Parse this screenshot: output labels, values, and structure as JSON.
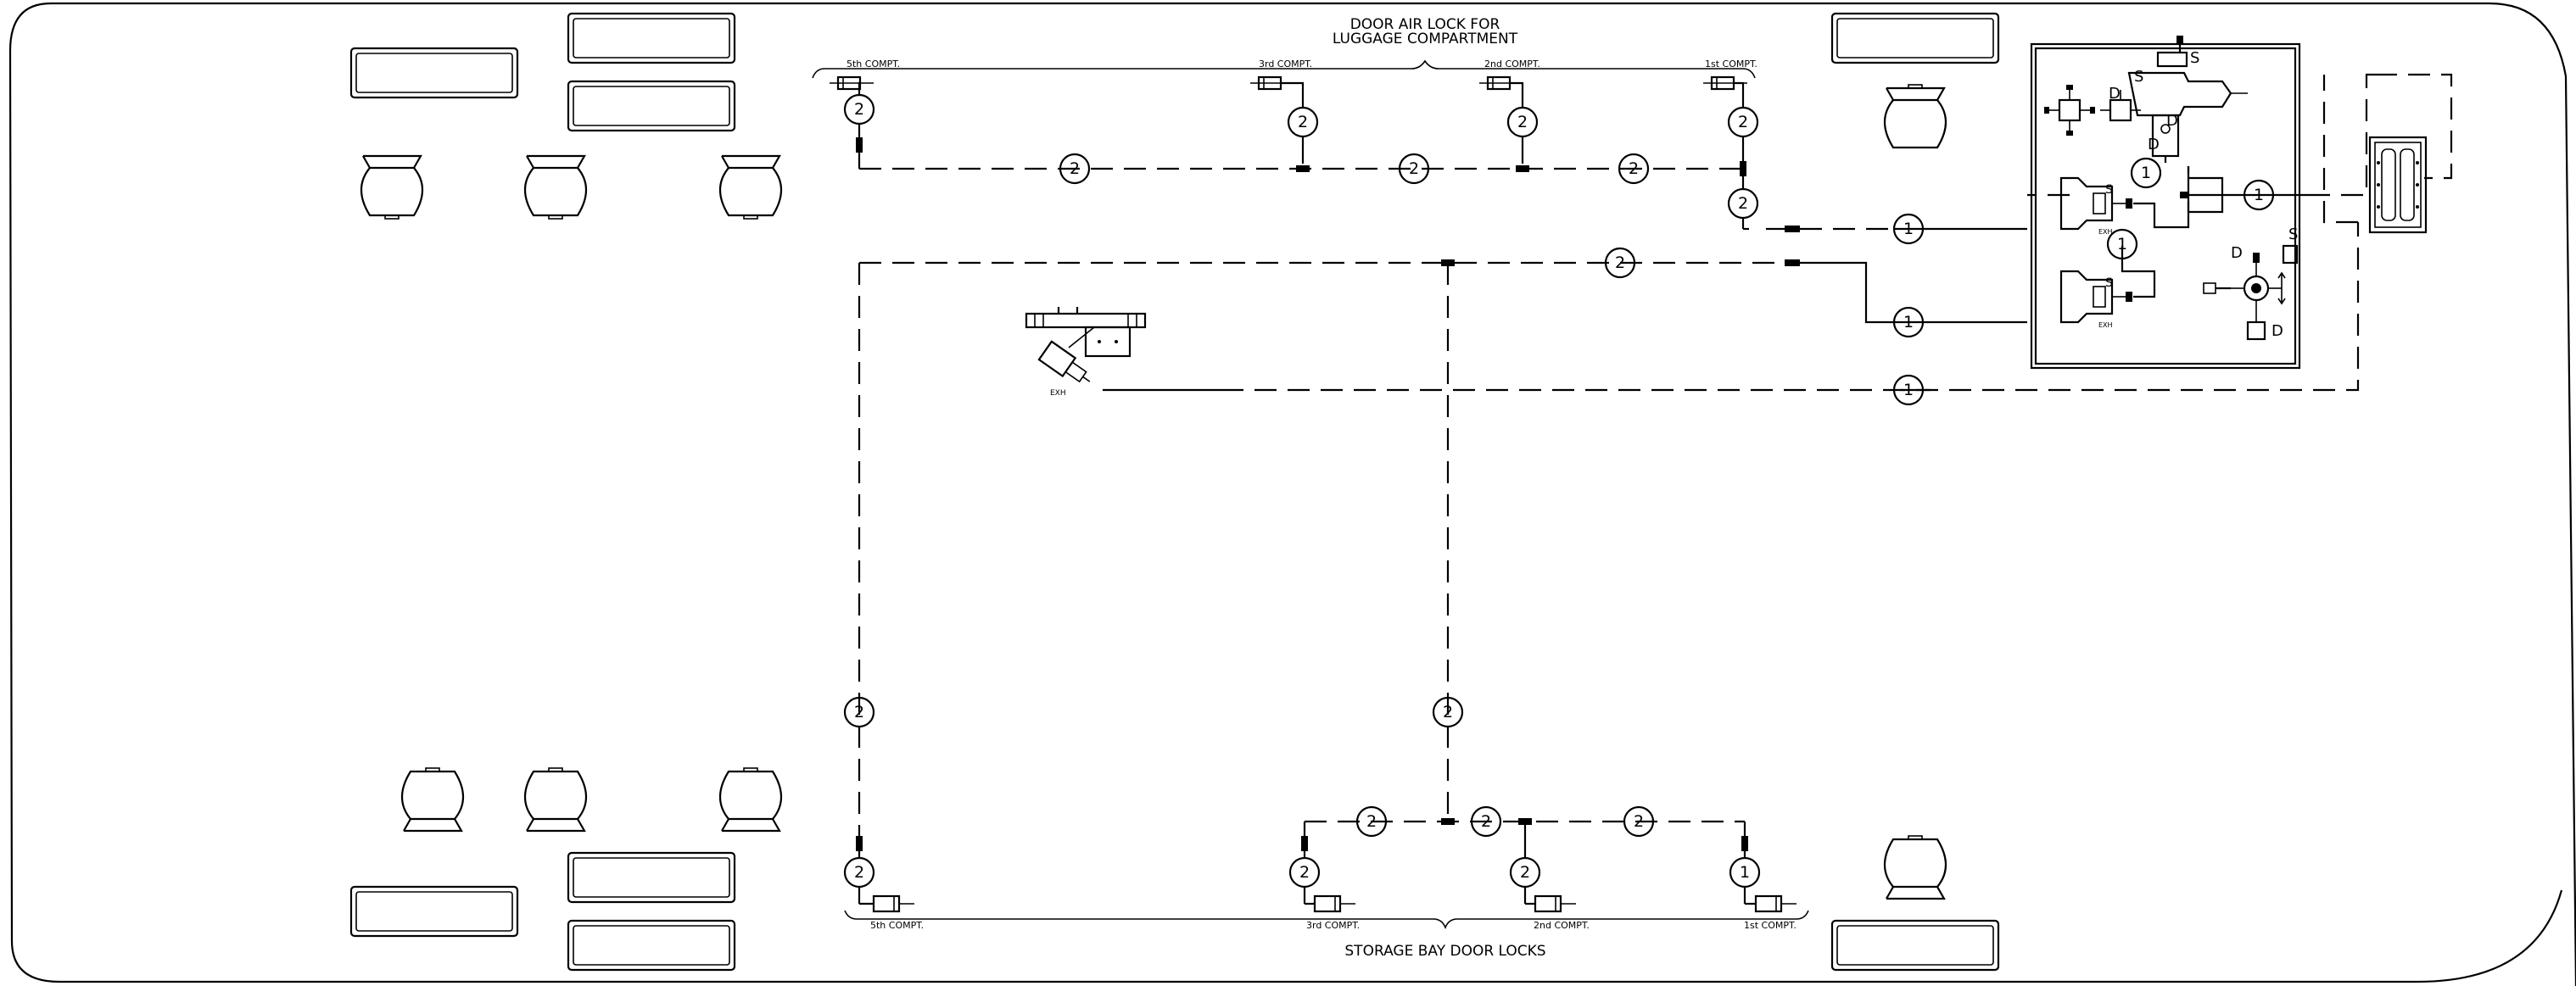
{
  "title_top": [
    "DOOR AIR LOCK FOR",
    "LUGGAGE COMPARTMENT"
  ],
  "title_bottom": "STORAGE BAY DOOR LOCKS",
  "top_comp_labels": [
    "5th COMPT.",
    "3rd COMPT.",
    "2nd COMPT.",
    "1st COMPT."
  ],
  "bottom_comp_labels": [
    "5th COMPT.",
    "3rd COMPT.",
    "2nd COMPT.",
    "1st COMPT."
  ],
  "callouts": {
    "c1": "2",
    "c2": "2",
    "c3": "2",
    "c4": "2",
    "c5": "2",
    "c6": "2",
    "c7": "2",
    "c8": "1",
    "c9": "2",
    "c10": "1",
    "c11": "1",
    "c12": "2",
    "c13": "2",
    "c14": "2",
    "c15": "2",
    "c16": "2",
    "c17": "2",
    "c18": "2",
    "c19": "2",
    "c20": "2",
    "c21": "1",
    "c22": "1",
    "c23": "1"
  },
  "valve_letters": {
    "s1": "S",
    "s2": "S",
    "s3": "S",
    "s4": "S",
    "d1": "D",
    "d2": "D",
    "d3": "D",
    "d4": "D",
    "d5": "D"
  },
  "small_text": {
    "ex1": "EXH",
    "ex2": "EXH",
    "ex3": "EXH"
  }
}
